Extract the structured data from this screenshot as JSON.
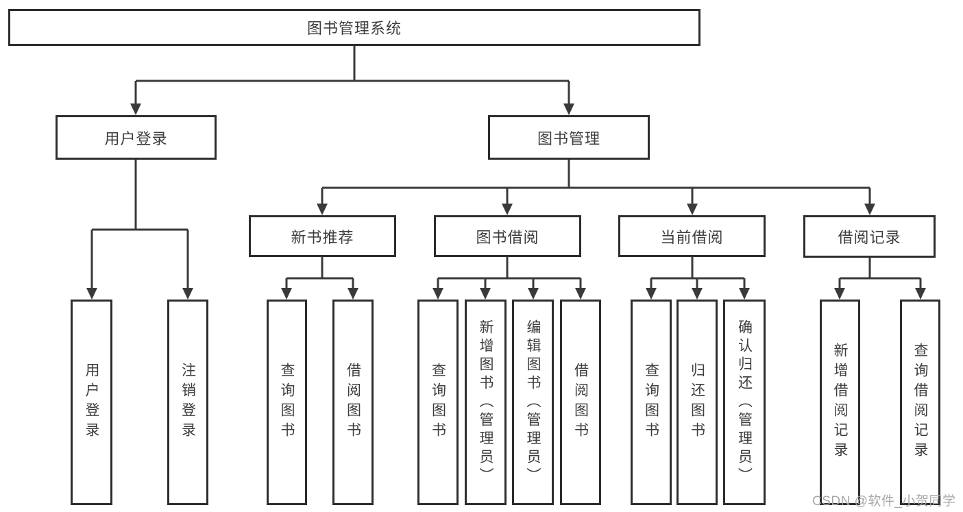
{
  "watermark": {
    "text": "CSDN @软件_小贺同学",
    "color": "#a8a8a8"
  },
  "colors": {
    "box_border": "#2d2d2d",
    "connector_line": "#3a3a3a",
    "text": "#3d3d3d",
    "background": "#ffffff"
  },
  "tree": {
    "root": {
      "label": "图书管理系统",
      "children": {
        "user_login": {
          "label": "用户登录",
          "children": {
            "login": {
              "label": "用户登录"
            },
            "logout": {
              "label": "注销登录"
            }
          }
        },
        "book_management": {
          "label": "图书管理",
          "children": {
            "new_book_recommend": {
              "label": "新书推荐",
              "children": {
                "query_books": {
                  "label": "查询图书"
                },
                "borrow_books": {
                  "label": "借阅图书"
                }
              }
            },
            "book_borrowing": {
              "label": "图书借阅",
              "children": {
                "query_books": {
                  "label": "查询图书"
                },
                "add_books_admin": {
                  "label": "新增图书（管理员）"
                },
                "edit_books_admin": {
                  "label": "编辑图书（管理员）"
                },
                "borrow_books": {
                  "label": "借阅图书"
                }
              }
            },
            "current_borrowing": {
              "label": "当前借阅",
              "children": {
                "query_books": {
                  "label": "查询图书"
                },
                "return_books": {
                  "label": "归还图书"
                },
                "confirm_return_admin": {
                  "label": "确认归还（管理员）"
                }
              }
            },
            "borrowing_records": {
              "label": "借阅记录",
              "children": {
                "add_record": {
                  "label": "新增借阅记录"
                },
                "query_record": {
                  "label": "查询借阅记录"
                }
              }
            }
          }
        }
      }
    }
  }
}
